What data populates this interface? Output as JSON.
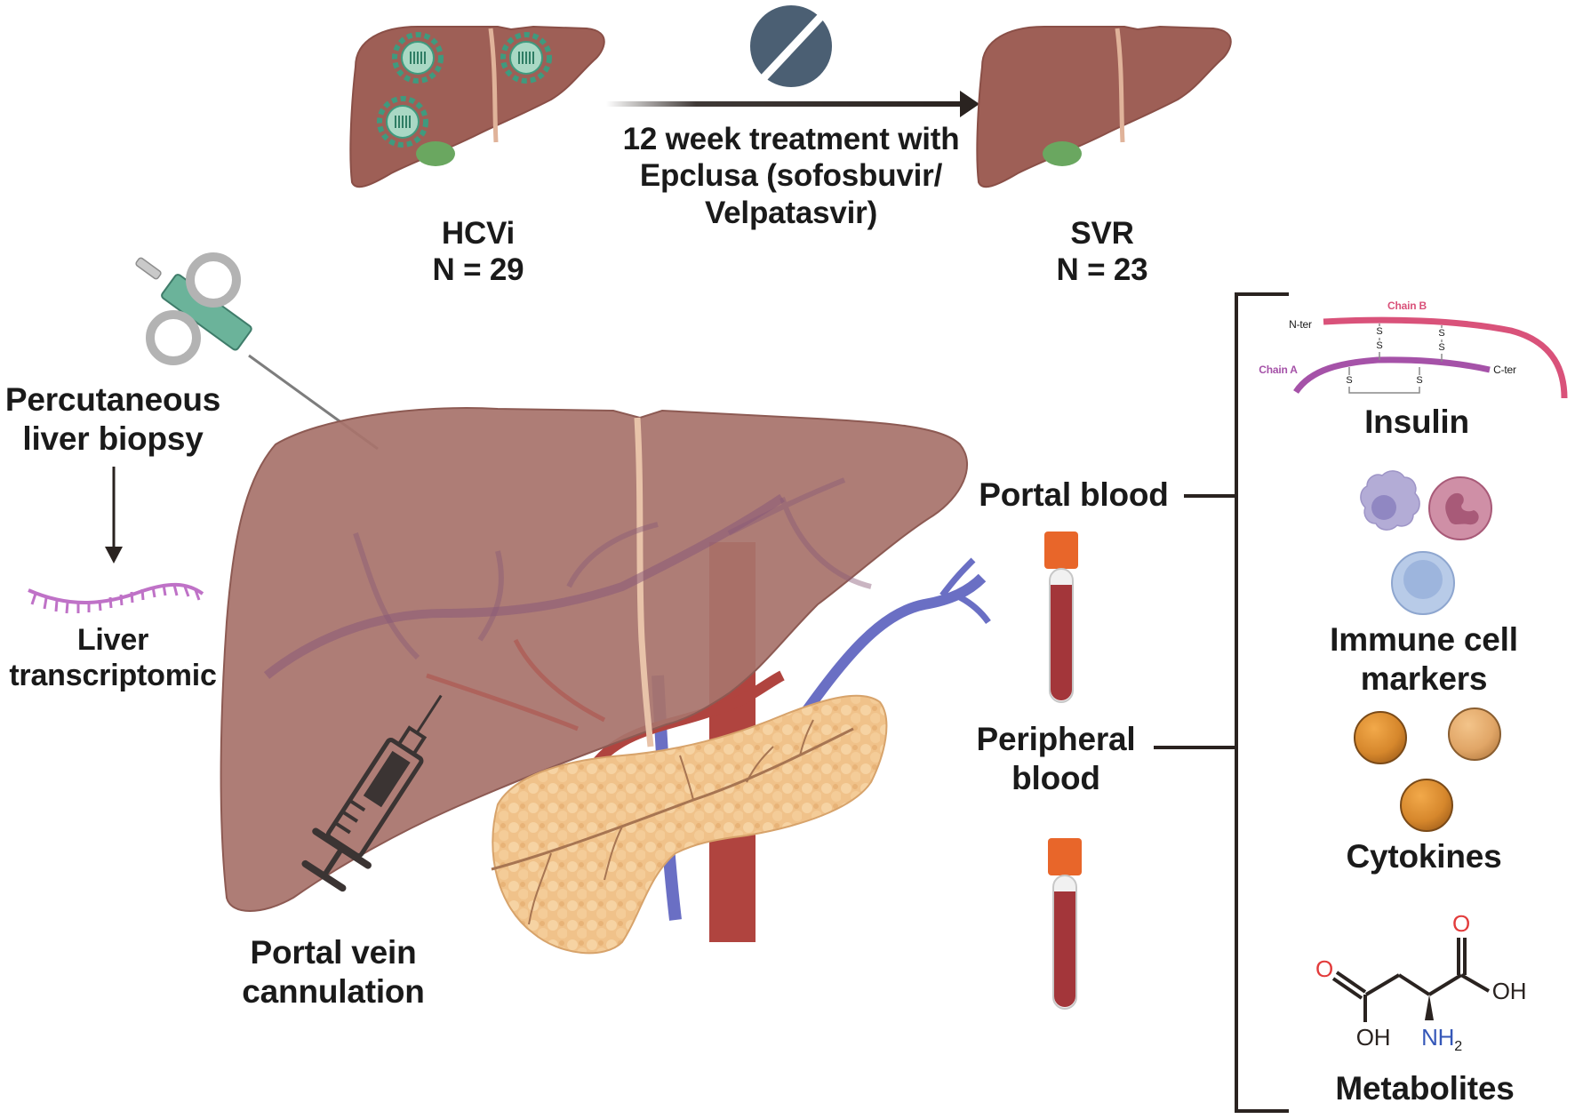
{
  "top": {
    "before_group": {
      "label": "HCVi",
      "n": "N = 29"
    },
    "after_group": {
      "label": "SVR",
      "n": "N = 23"
    },
    "treatment": {
      "lines": [
        "12 week treatment with",
        "Epclusa (sofosbuvir/",
        "Velpatasvir)"
      ],
      "icon": "pill-icon"
    }
  },
  "left": {
    "biopsy": {
      "lines": [
        "Percutaneous",
        "liver biopsy"
      ],
      "icon": "biopsy-needle-icon"
    },
    "transcriptomic": {
      "lines": [
        "Liver",
        "transcriptomic"
      ],
      "icon": "rna-strand-icon"
    },
    "cannulation": {
      "lines": [
        "Portal vein",
        "cannulation"
      ],
      "icon": "syringe-icon"
    }
  },
  "samples": {
    "portal": {
      "label": "Portal blood",
      "icon": "blood-tube-icon"
    },
    "peripheral": {
      "lines": [
        "Peripheral",
        "blood"
      ],
      "icon": "blood-tube-icon"
    }
  },
  "analytes": {
    "insulin": {
      "label": "Insulin",
      "chain_a": "Chain A",
      "chain_b": "Chain B",
      "n_ter": "N-ter",
      "c_ter": "C-ter",
      "s": "S"
    },
    "immune": {
      "lines": [
        "Immune cell",
        "markers"
      ]
    },
    "cytokines": {
      "label": "Cytokines"
    },
    "metabolites": {
      "label": "Metabolites",
      "atoms": {
        "o1": "O",
        "o2": "O",
        "oh1": "OH",
        "oh2": "OH",
        "n": "NH",
        "sub": "2"
      }
    }
  },
  "colors": {
    "liver": "#a8736c",
    "liver_small": "#9e5f56",
    "gallbladder": "#6aa760",
    "virus": "#3f9a7e",
    "pill": "#4b5f73",
    "vein_blue": "#6a6fc4",
    "artery_red": "#b0443f",
    "pancreas": "#f0c28a",
    "tube_cap": "#e8662a",
    "blood": "#a3363a",
    "chain_a": "#a552a8",
    "chain_b": "#d9527a",
    "cytokine": "#d6872c",
    "oxygen": "#e23b3b",
    "nitrogen": "#3557b8"
  }
}
